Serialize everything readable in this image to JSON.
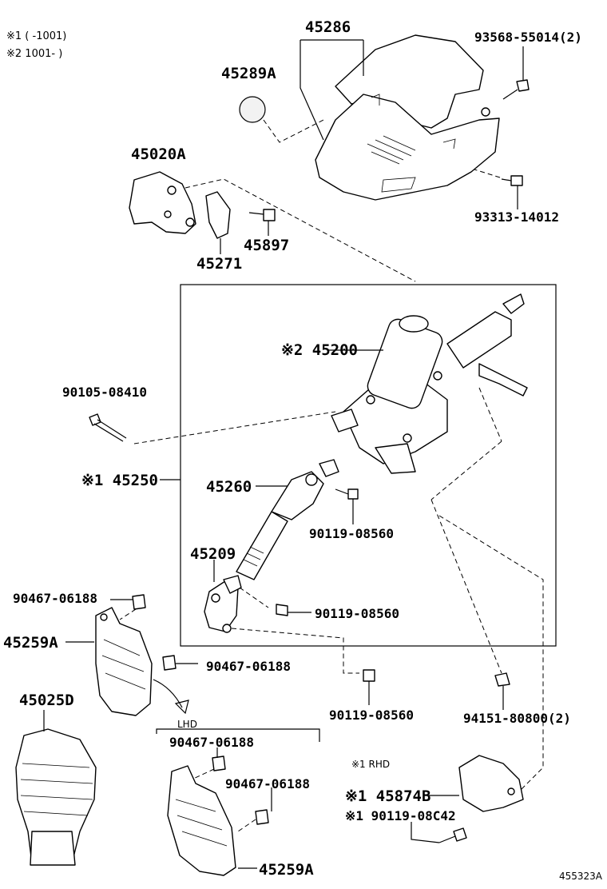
{
  "notes": {
    "note1": "※1 (  -1001)",
    "note2": "※2  1001-   )"
  },
  "labels": {
    "p45286": "45286",
    "p93568": "93568-55014(2)",
    "p45289A": "45289A",
    "p45020A": "45020A",
    "p93313": "93313-14012",
    "p45897": "45897",
    "p45271": "45271",
    "p45200": "※2 45200",
    "p90105": "90105-08410",
    "p45250": "※1 45250",
    "p45260": "45260",
    "p90119a": "90119-08560",
    "p45209": "45209",
    "p90467a": "90467-06188",
    "p90119b": "90119-08560",
    "p45259A_top": "45259A",
    "p90467b": "90467-06188",
    "p45025D": "45025D",
    "p90119c": "90119-08560",
    "p94151": "94151-80800(2)",
    "lhd": "LHD",
    "p90467c": "90467-06188",
    "rhd": "※1 RHD",
    "p90467d": "90467-06188",
    "p45874B": "※1 45874B",
    "p90119d": "※1 90119-08C42",
    "p45259A_bottom": "45259A",
    "catalog": "455323A"
  },
  "icons": {
    "column_cover": "steering-column-cover-icon",
    "motor": "power-steering-motor-icon",
    "shaft": "intermediate-shaft-icon",
    "boot": "column-hole-boot-icon"
  }
}
